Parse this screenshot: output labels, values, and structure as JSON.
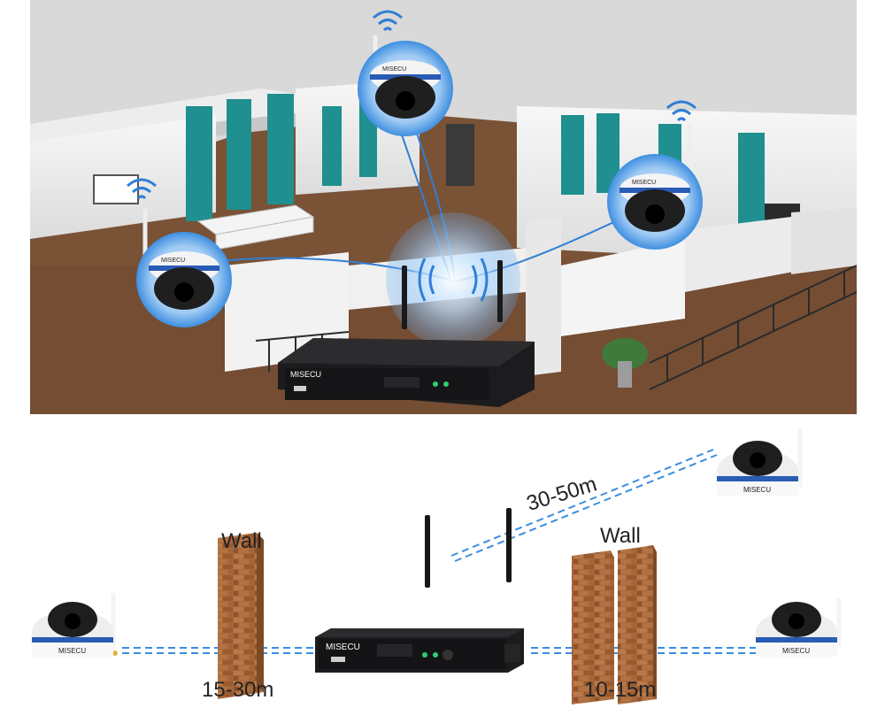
{
  "brand": "MISECU",
  "diagram": {
    "left_wall_label": "Wall",
    "right_wall_label": "Wall",
    "left_distance": "15-30m",
    "right_distance": "10-15m",
    "open_distance": "30-50m"
  },
  "colors": {
    "signal_blue": "#2f7fd6",
    "dashed_blue": "#3a8ee0",
    "brick": "#a9683a",
    "device_black": "#1c1c1e",
    "camera_white": "#f2f2f2",
    "camera_band": "#2a5bb5",
    "curtain_teal": "#1f8f8f",
    "floor_wood": "#7a5236"
  },
  "icons": [
    "wifi-icon",
    "wifi-icon",
    "wifi-icon",
    "dome-camera-icon",
    "nvr-recorder-icon",
    "brick-wall-icon"
  ]
}
